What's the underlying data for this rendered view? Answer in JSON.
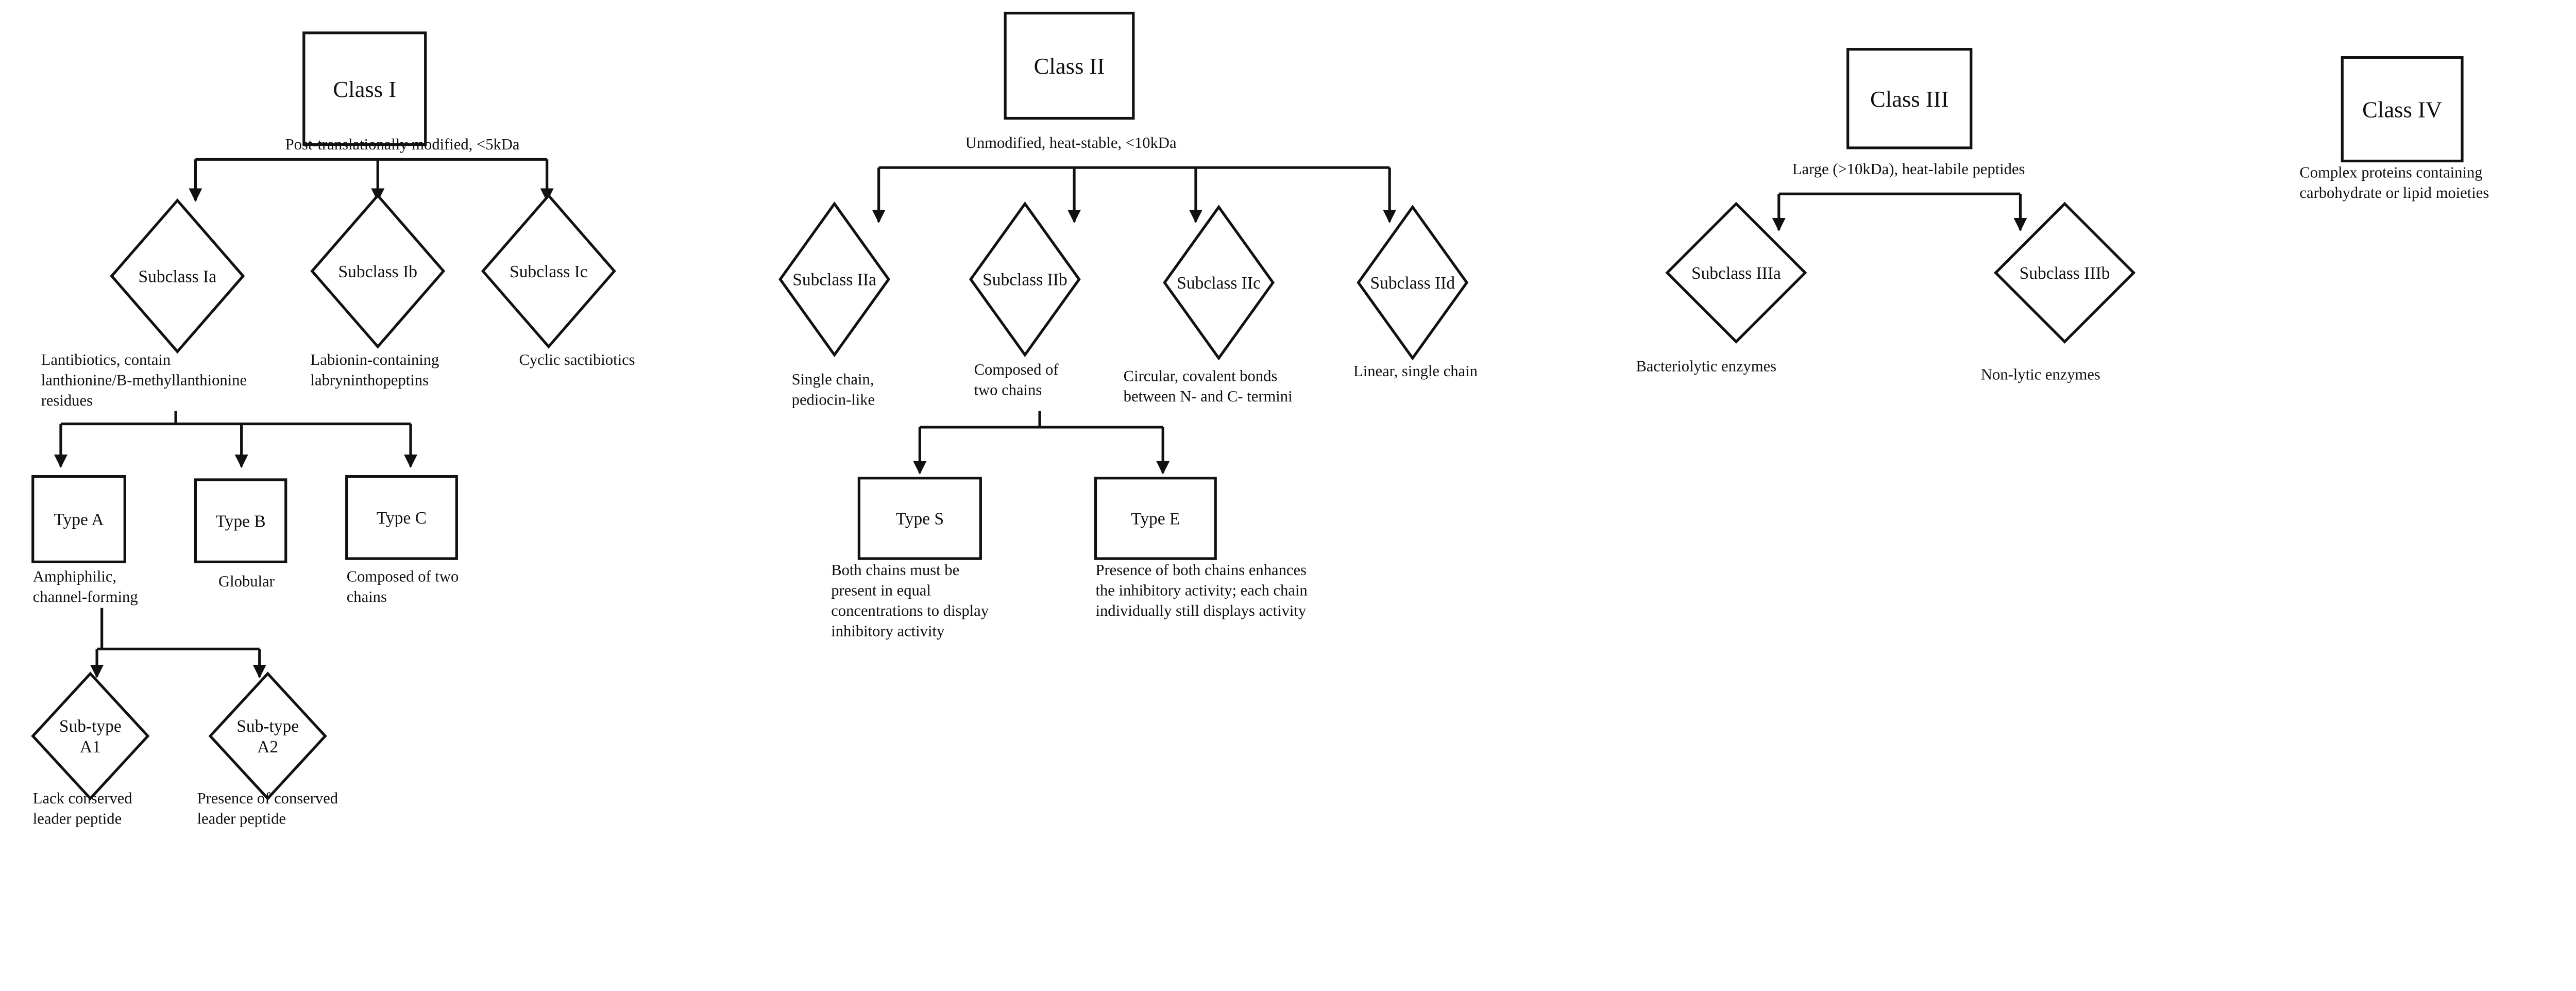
{
  "diagram": {
    "line_color": "#111111",
    "background": "#ffffff",
    "nodes": {
      "class1": {
        "label": "Class I",
        "shape": "rectangle",
        "caption": [
          "Post-translationally modified, <5kDa"
        ]
      },
      "sub_ia": {
        "label": "Subclass Ia",
        "shape": "diamond",
        "caption": [
          "Lantibiotics, contain",
          "lanthionine/B-methyllanthionine",
          "residues"
        ]
      },
      "sub_ib": {
        "label": "Subclass Ib",
        "shape": "diamond",
        "caption": [
          "Labionin-containing",
          "labryninthopeptins"
        ]
      },
      "sub_ic": {
        "label": "Subclass Ic",
        "shape": "diamond",
        "caption": [
          "Cyclic sactibiotics"
        ]
      },
      "type_a": {
        "label": "Type A",
        "shape": "rectangle",
        "caption": [
          "Amphiphilic,",
          "channel-forming"
        ]
      },
      "type_b": {
        "label": "Type B",
        "shape": "rectangle",
        "caption": [
          "Globular"
        ]
      },
      "type_c": {
        "label": "Type C",
        "shape": "rectangle",
        "caption": [
          "Composed of two",
          "chains"
        ]
      },
      "sub_a1": {
        "label": [
          "Sub-type",
          "A1"
        ],
        "shape": "diamond",
        "caption": [
          "Lack conserved",
          "leader peptide"
        ]
      },
      "sub_a2": {
        "label": [
          "Sub-type",
          "A2"
        ],
        "shape": "diamond",
        "caption": [
          "Presence of conserved",
          "leader peptide"
        ]
      },
      "class2": {
        "label": "Class II",
        "shape": "rectangle",
        "caption": [
          "Unmodified, heat-stable, <10kDa"
        ]
      },
      "sub_iia": {
        "label": "Subclass IIa",
        "shape": "diamond",
        "caption": [
          "Single chain,",
          "pediocin-like"
        ]
      },
      "sub_iib": {
        "label": "Subclass IIb",
        "shape": "diamond",
        "caption": [
          "Composed of",
          "two chains"
        ]
      },
      "sub_iic": {
        "label": "Subclass IIc",
        "shape": "diamond",
        "caption": [
          "Circular, covalent bonds",
          "between N- and C- termini"
        ]
      },
      "sub_iid": {
        "label": "Subclass IId",
        "shape": "diamond",
        "caption": [
          "Linear, single chain"
        ]
      },
      "type_s": {
        "label": "Type S",
        "shape": "rectangle",
        "caption": [
          "Both chains must be",
          "present in equal",
          "concentrations to display",
          "inhibitory activity"
        ]
      },
      "type_e": {
        "label": "Type E",
        "shape": "rectangle",
        "caption": [
          "Presence of both chains enhances",
          "the inhibitory activity; each chain",
          "individually still displays activity"
        ]
      },
      "class3": {
        "label": "Class III",
        "shape": "rectangle",
        "caption": [
          "Large (>10kDa), heat-labile peptides"
        ]
      },
      "sub_iiia": {
        "label": "Subclass IIIa",
        "shape": "diamond",
        "caption": [
          "Bacteriolytic enzymes"
        ]
      },
      "sub_iiib": {
        "label": "Subclass IIIb",
        "shape": "diamond",
        "caption": [
          "Non-lytic enzymes"
        ]
      },
      "class4": {
        "label": "Class IV",
        "shape": "rectangle",
        "caption": [
          "Complex proteins containing",
          "carbohydrate or lipid moieties"
        ]
      }
    },
    "edges": [
      {
        "from": "class1",
        "to": [
          "sub_ia",
          "sub_ib",
          "sub_ic"
        ]
      },
      {
        "from": "sub_ia",
        "to": [
          "type_a",
          "type_b",
          "type_c"
        ]
      },
      {
        "from": "type_a",
        "to": [
          "sub_a1",
          "sub_a2"
        ]
      },
      {
        "from": "class2",
        "to": [
          "sub_iia",
          "sub_iib",
          "sub_iic",
          "sub_iid"
        ]
      },
      {
        "from": "sub_iib",
        "to": [
          "type_s",
          "type_e"
        ]
      },
      {
        "from": "class3",
        "to": [
          "sub_iiia",
          "sub_iiib"
        ]
      }
    ]
  }
}
